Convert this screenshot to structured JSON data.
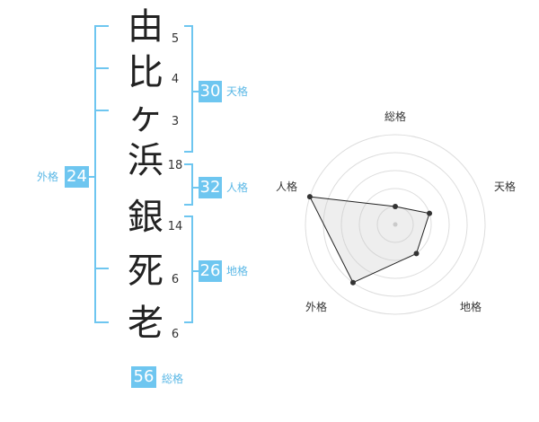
{
  "name_chars": [
    {
      "char": "由",
      "strokes": "5"
    },
    {
      "char": "比",
      "strokes": "4"
    },
    {
      "char": "ヶ",
      "strokes": "3"
    },
    {
      "char": "浜",
      "strokes": "18"
    },
    {
      "char": "銀",
      "strokes": "14"
    },
    {
      "char": "死",
      "strokes": "6"
    },
    {
      "char": "老",
      "strokes": "6"
    }
  ],
  "kaku": {
    "tenkaku": {
      "value": "30",
      "label": "天格"
    },
    "jinkaku": {
      "value": "32",
      "label": "人格"
    },
    "chikaku": {
      "value": "26",
      "label": "地格"
    },
    "gaikaku": {
      "value": "24",
      "label": "外格"
    },
    "soukaku": {
      "value": "56",
      "label": "総格"
    }
  },
  "radar": {
    "labels": [
      "総格",
      "天格",
      "地格",
      "外格",
      "人格"
    ],
    "values": [
      1,
      2,
      2,
      4,
      5
    ],
    "max": 5
  },
  "colors": {
    "accent": "#6ec6f0",
    "accent_text": "#5bb8e6"
  }
}
